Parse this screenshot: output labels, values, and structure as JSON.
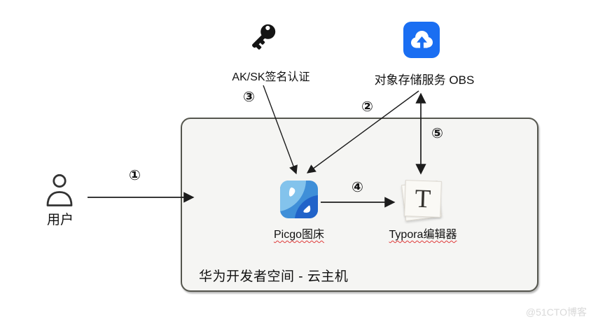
{
  "diagram": {
    "user_label": "用户",
    "aksk_label": "AK/SK签名认证",
    "obs_label": "对象存储服务 OBS",
    "picgo_label": "Picgo图床",
    "typora_label": "Typora编辑器",
    "typora_letter": "T",
    "host_box_label": "华为开发者空间 - 云主机",
    "watermark": "@51CTO博客",
    "steps": {
      "step1": "①",
      "step2": "②",
      "step3": "③",
      "step4": "④",
      "step5": "⑤"
    },
    "icons": {
      "user": "person-outline-icon",
      "aksk": "key-icon",
      "obs": "cloud-upload-icon",
      "picgo": "picgo-app-icon",
      "typora": "typora-app-icon"
    },
    "colors": {
      "obs_blue": "#1a6ef2",
      "picgo_base_blue": "#3f8fd8",
      "picgo_light_blue": "#83c3ec",
      "picgo_dark_blue": "#2163c9",
      "box_border": "#55564e",
      "box_fill": "#f5f5f3",
      "arrow_black": "#1c1c1c",
      "spellcheck_red": "#e03a3a",
      "watermark_gray": "#d9d9d9"
    }
  }
}
